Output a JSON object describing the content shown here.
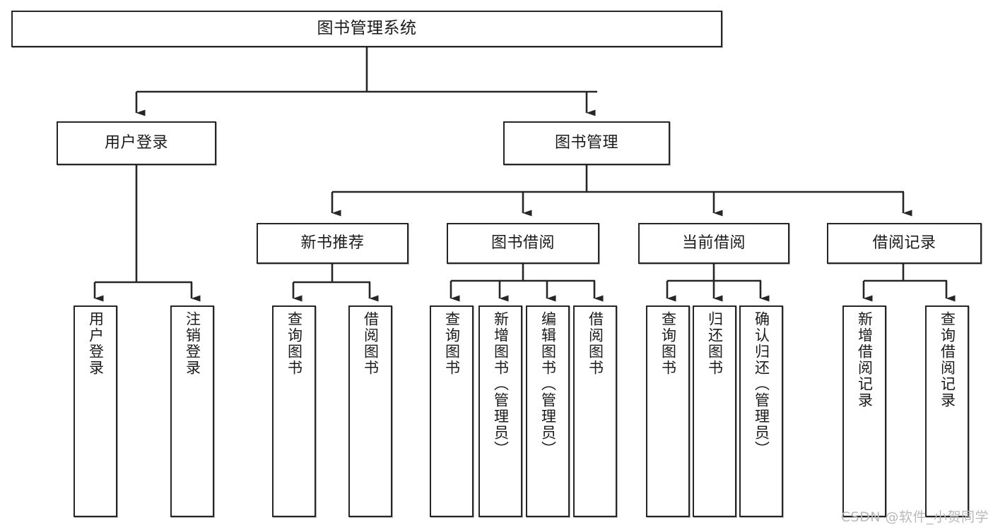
{
  "diagram": {
    "title": "图书管理系统",
    "type": "tree",
    "watermark": "CSDN @软件_小贺同学",
    "colors": {
      "stroke": "#262626",
      "fill": "#ffffff",
      "text": "#1b1b1b",
      "watermark": "#b9b9b9"
    },
    "levels": {
      "root": {
        "label": "图书管理系统"
      },
      "level2": [
        {
          "label": "用户登录"
        },
        {
          "label": "图书管理"
        }
      ],
      "level3": [
        {
          "label": "新书推荐"
        },
        {
          "label": "图书借阅"
        },
        {
          "label": "当前借阅"
        },
        {
          "label": "借阅记录"
        }
      ],
      "leaves": {
        "user_login": [
          {
            "label": "用户登录"
          },
          {
            "label": "注销登录"
          }
        ],
        "new_book_recommend": [
          {
            "label": "查询图书"
          },
          {
            "label": "借阅图书"
          }
        ],
        "book_borrow": [
          {
            "label": "查询图书"
          },
          {
            "label": "新增图书（管理员）"
          },
          {
            "label": "编辑图书（管理员）"
          },
          {
            "label": "借阅图书"
          }
        ],
        "current_borrow": [
          {
            "label": "查询图书"
          },
          {
            "label": "归还图书"
          },
          {
            "label": "确认归还（管理员）"
          }
        ],
        "borrow_records": [
          {
            "label": "新增借阅记录"
          },
          {
            "label": "查询借阅记录"
          }
        ]
      }
    }
  }
}
